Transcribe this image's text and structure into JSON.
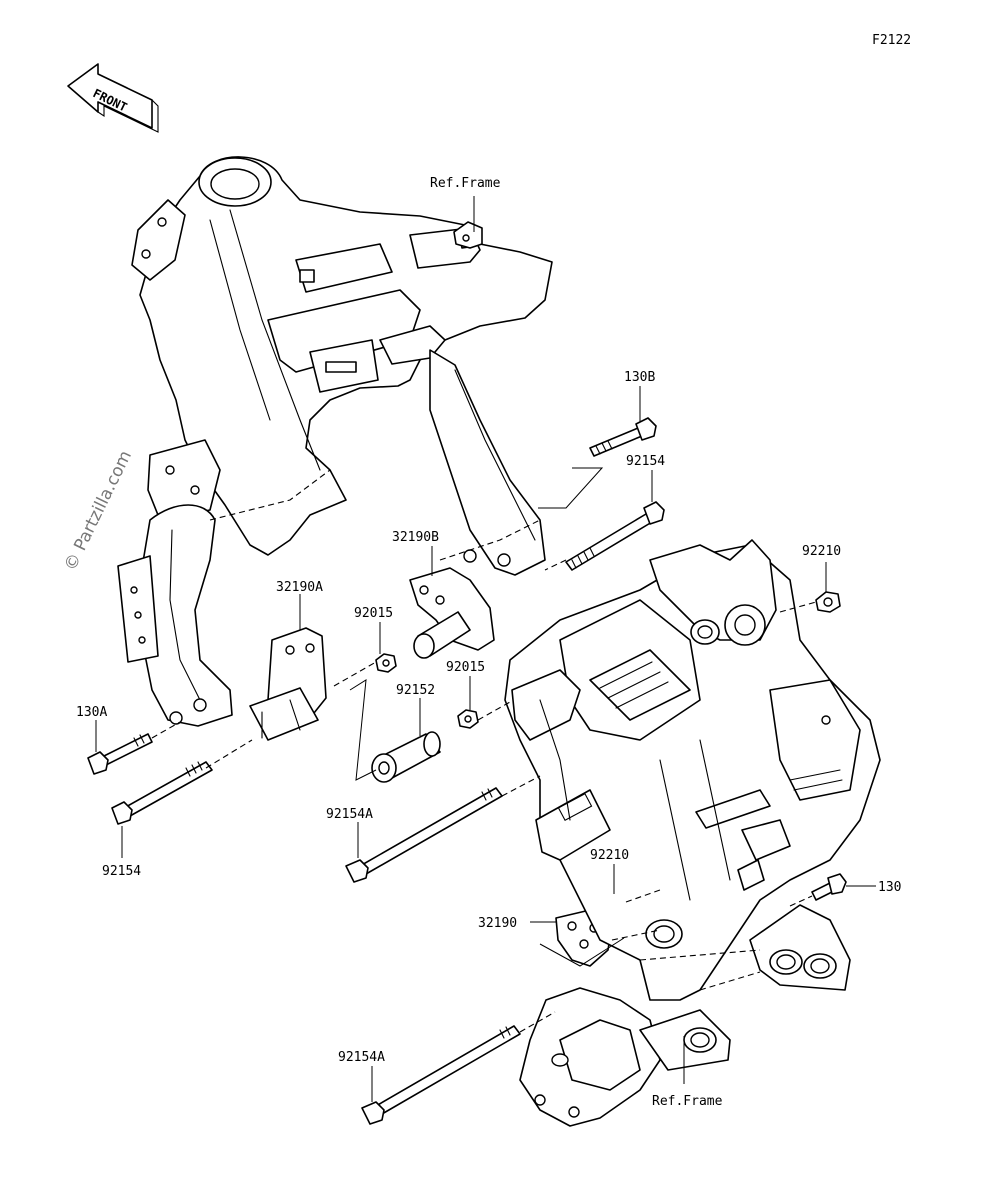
{
  "figure_code": "F2122",
  "front_arrow_label": "FRONT",
  "watermark": "© Partzilla.com",
  "colors": {
    "line": "#000000",
    "background": "#ffffff",
    "watermark": "#777777"
  },
  "labels": {
    "ref_frame_top": "Ref.Frame",
    "ref_frame_bottom": "Ref.Frame",
    "p130b": "130B",
    "p92154_top": "92154",
    "p92210_top": "92210",
    "p32190b": "32190B",
    "p32190a": "32190A",
    "p92015_left": "92015",
    "p92015_right": "92015",
    "p92152": "92152",
    "p130a": "130A",
    "p92154a_mid": "92154A",
    "p92154_left": "92154",
    "p92210_bottom": "92210",
    "p130": "130",
    "p32190": "32190",
    "p92154a_bottom": "92154A"
  }
}
